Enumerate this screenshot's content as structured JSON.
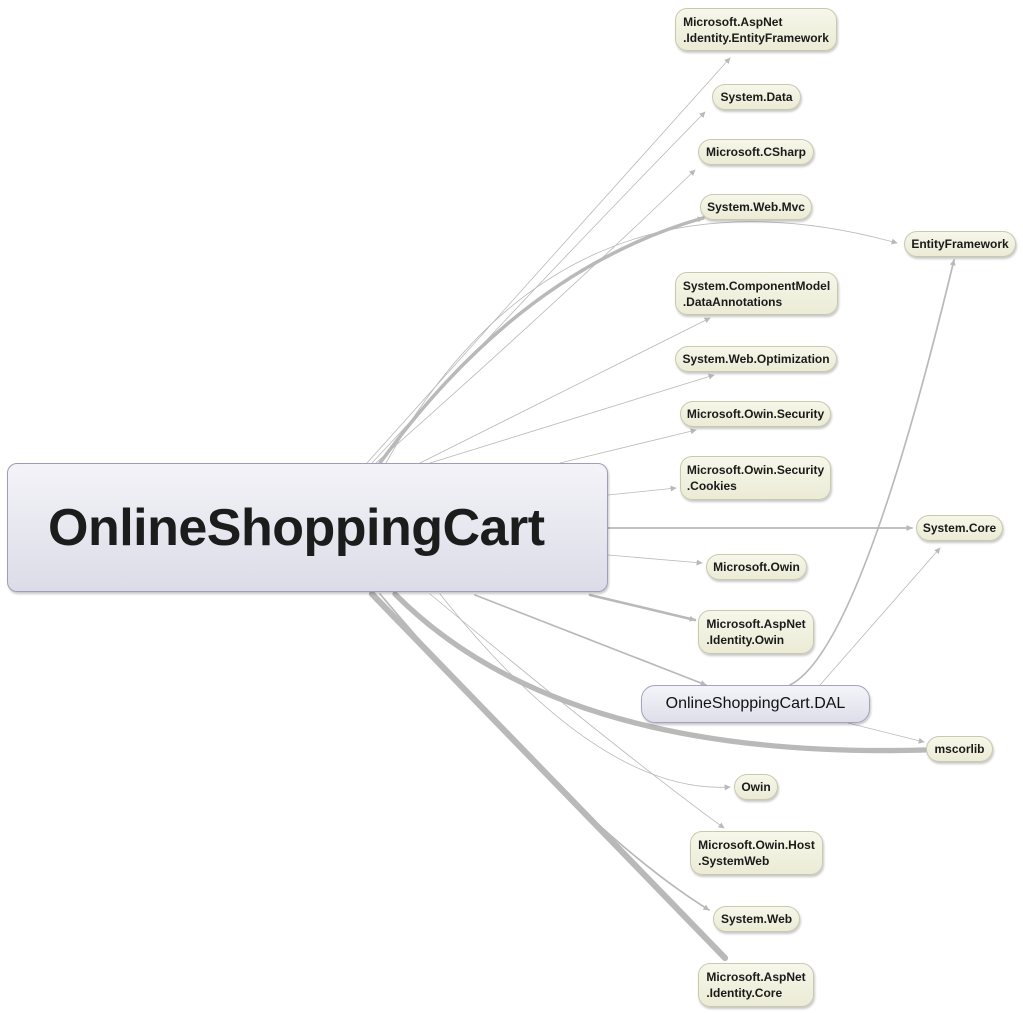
{
  "diagram": {
    "nodes": [
      {
        "id": "main",
        "label": "OnlineShoppingCart"
      },
      {
        "id": "dal",
        "label": "OnlineShoppingCart.DAL"
      },
      {
        "id": "aspnet_identity_ef",
        "label": "Microsoft.AspNet\n.Identity.EntityFramework"
      },
      {
        "id": "system_data",
        "label": "System.Data"
      },
      {
        "id": "ms_csharp",
        "label": "Microsoft.CSharp"
      },
      {
        "id": "system_web_mvc",
        "label": "System.Web.Mvc"
      },
      {
        "id": "entityframework",
        "label": "EntityFramework"
      },
      {
        "id": "system_componentmodel",
        "label": "System.ComponentModel\n.DataAnnotations"
      },
      {
        "id": "system_web_optimization",
        "label": "System.Web.Optimization"
      },
      {
        "id": "owin_security",
        "label": "Microsoft.Owin.Security"
      },
      {
        "id": "owin_security_cookies",
        "label": "Microsoft.Owin.Security\n.Cookies"
      },
      {
        "id": "system_core",
        "label": "System.Core"
      },
      {
        "id": "ms_owin",
        "label": "Microsoft.Owin"
      },
      {
        "id": "aspnet_identity_owin",
        "label": "Microsoft.AspNet\n.Identity.Owin"
      },
      {
        "id": "mscorlib",
        "label": "mscorlib"
      },
      {
        "id": "owin",
        "label": "Owin"
      },
      {
        "id": "owin_host_systemweb",
        "label": "Microsoft.Owin.Host\n.SystemWeb"
      },
      {
        "id": "system_web",
        "label": "System.Web"
      },
      {
        "id": "aspnet_identity_core",
        "label": "Microsoft.AspNet\n.Identity.Core"
      }
    ],
    "edges": [
      {
        "from": "main",
        "to": "aspnet_identity_ef",
        "weight": 1
      },
      {
        "from": "main",
        "to": "system_data",
        "weight": 1
      },
      {
        "from": "main",
        "to": "ms_csharp",
        "weight": 1
      },
      {
        "from": "main",
        "to": "system_web_mvc",
        "weight": 4
      },
      {
        "from": "main",
        "to": "entityframework",
        "weight": 1
      },
      {
        "from": "main",
        "to": "system_componentmodel",
        "weight": 1
      },
      {
        "from": "main",
        "to": "system_web_optimization",
        "weight": 1
      },
      {
        "from": "main",
        "to": "owin_security",
        "weight": 1
      },
      {
        "from": "main",
        "to": "owin_security_cookies",
        "weight": 1
      },
      {
        "from": "main",
        "to": "system_core",
        "weight": 2
      },
      {
        "from": "main",
        "to": "ms_owin",
        "weight": 1
      },
      {
        "from": "main",
        "to": "aspnet_identity_owin",
        "weight": 3
      },
      {
        "from": "main",
        "to": "dal",
        "weight": 2
      },
      {
        "from": "main",
        "to": "mscorlib",
        "weight": 6
      },
      {
        "from": "main",
        "to": "owin",
        "weight": 1
      },
      {
        "from": "main",
        "to": "owin_host_systemweb",
        "weight": 1
      },
      {
        "from": "main",
        "to": "system_web",
        "weight": 2
      },
      {
        "from": "main",
        "to": "aspnet_identity_core",
        "weight": 7
      },
      {
        "from": "dal",
        "to": "entityframework",
        "weight": 2
      },
      {
        "from": "dal",
        "to": "system_core",
        "weight": 1
      },
      {
        "from": "dal",
        "to": "mscorlib",
        "weight": 1
      }
    ],
    "colors": {
      "edge": "#b9b9b9",
      "node_fill": "#f3f3e4",
      "node_border": "#c9c9ad",
      "main_fill": "#e8e8f0"
    }
  }
}
